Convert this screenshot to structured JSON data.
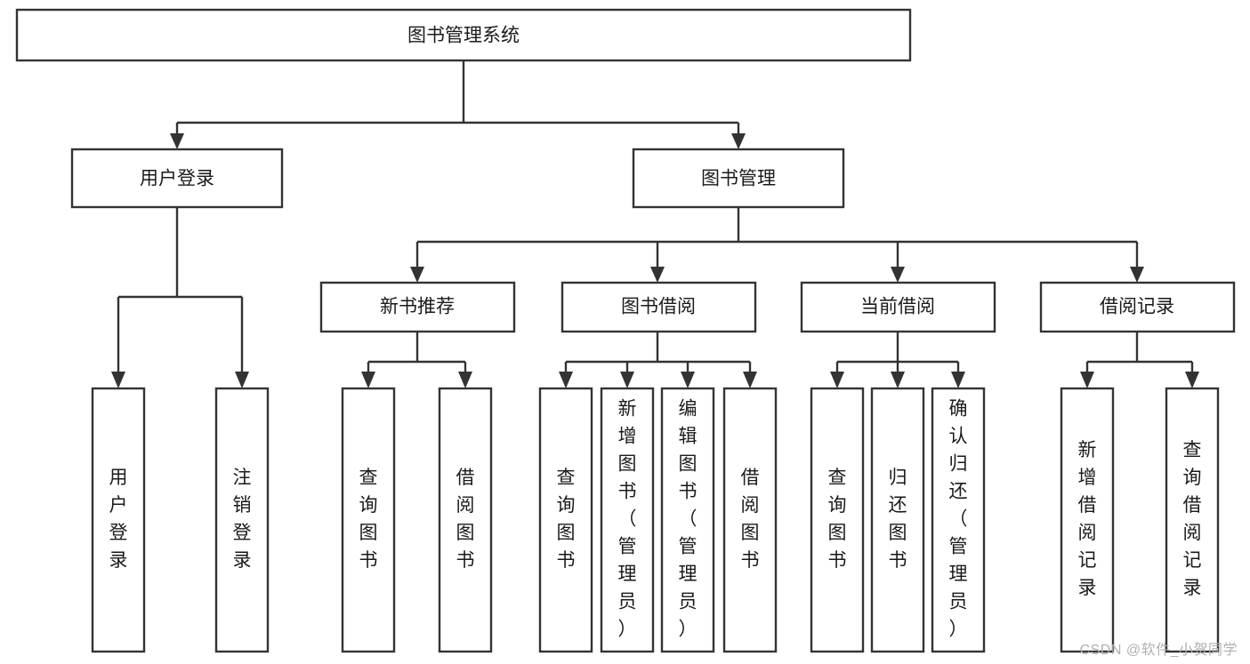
{
  "diagram": {
    "title_node": {
      "label": "图书管理系统"
    },
    "level2": [
      {
        "label": "用户登录"
      },
      {
        "label": "图书管理"
      }
    ],
    "level3": [
      {
        "label": "新书推荐"
      },
      {
        "label": "图书借阅"
      },
      {
        "label": "当前借阅"
      },
      {
        "label": "借阅记录"
      }
    ],
    "leaves": [
      {
        "label": "用户登录",
        "chars": [
          "用",
          "户",
          "登",
          "录"
        ]
      },
      {
        "label": "注销登录",
        "chars": [
          "注",
          "销",
          "登",
          "录"
        ]
      },
      {
        "label": "查询图书",
        "chars": [
          "查",
          "询",
          "图",
          "书"
        ]
      },
      {
        "label": "借阅图书",
        "chars": [
          "借",
          "阅",
          "图",
          "书"
        ]
      },
      {
        "label": "查询图书",
        "chars": [
          "查",
          "询",
          "图",
          "书"
        ]
      },
      {
        "label": "新增图书（管理员）",
        "chars": [
          "新",
          "增",
          "图",
          "书",
          "（",
          "管",
          "理",
          "员",
          "）"
        ]
      },
      {
        "label": "编辑图书（管理员）",
        "chars": [
          "编",
          "辑",
          "图",
          "书",
          "（",
          "管",
          "理",
          "员",
          "）"
        ]
      },
      {
        "label": "借阅图书",
        "chars": [
          "借",
          "阅",
          "图",
          "书"
        ]
      },
      {
        "label": "查询图书",
        "chars": [
          "查",
          "询",
          "图",
          "书"
        ]
      },
      {
        "label": "归还图书",
        "chars": [
          "归",
          "还",
          "图",
          "书"
        ]
      },
      {
        "label": "确认归还（管理员）",
        "chars": [
          "确",
          "认",
          "归",
          "还",
          "（",
          "管",
          "理",
          "员",
          "）"
        ]
      },
      {
        "label": "新增借阅记录",
        "chars": [
          "新",
          "增",
          "借",
          "阅",
          "记",
          "录"
        ]
      },
      {
        "label": "查询借阅记录",
        "chars": [
          "查",
          "询",
          "借",
          "阅",
          "记",
          "录"
        ]
      }
    ],
    "colors": {
      "stroke": "#333333",
      "fill": "#ffffff",
      "text": "#1a1a1a",
      "watermark": "#b0b0b0"
    }
  },
  "watermark": {
    "text": "CSDN @软件_小贺同学"
  }
}
